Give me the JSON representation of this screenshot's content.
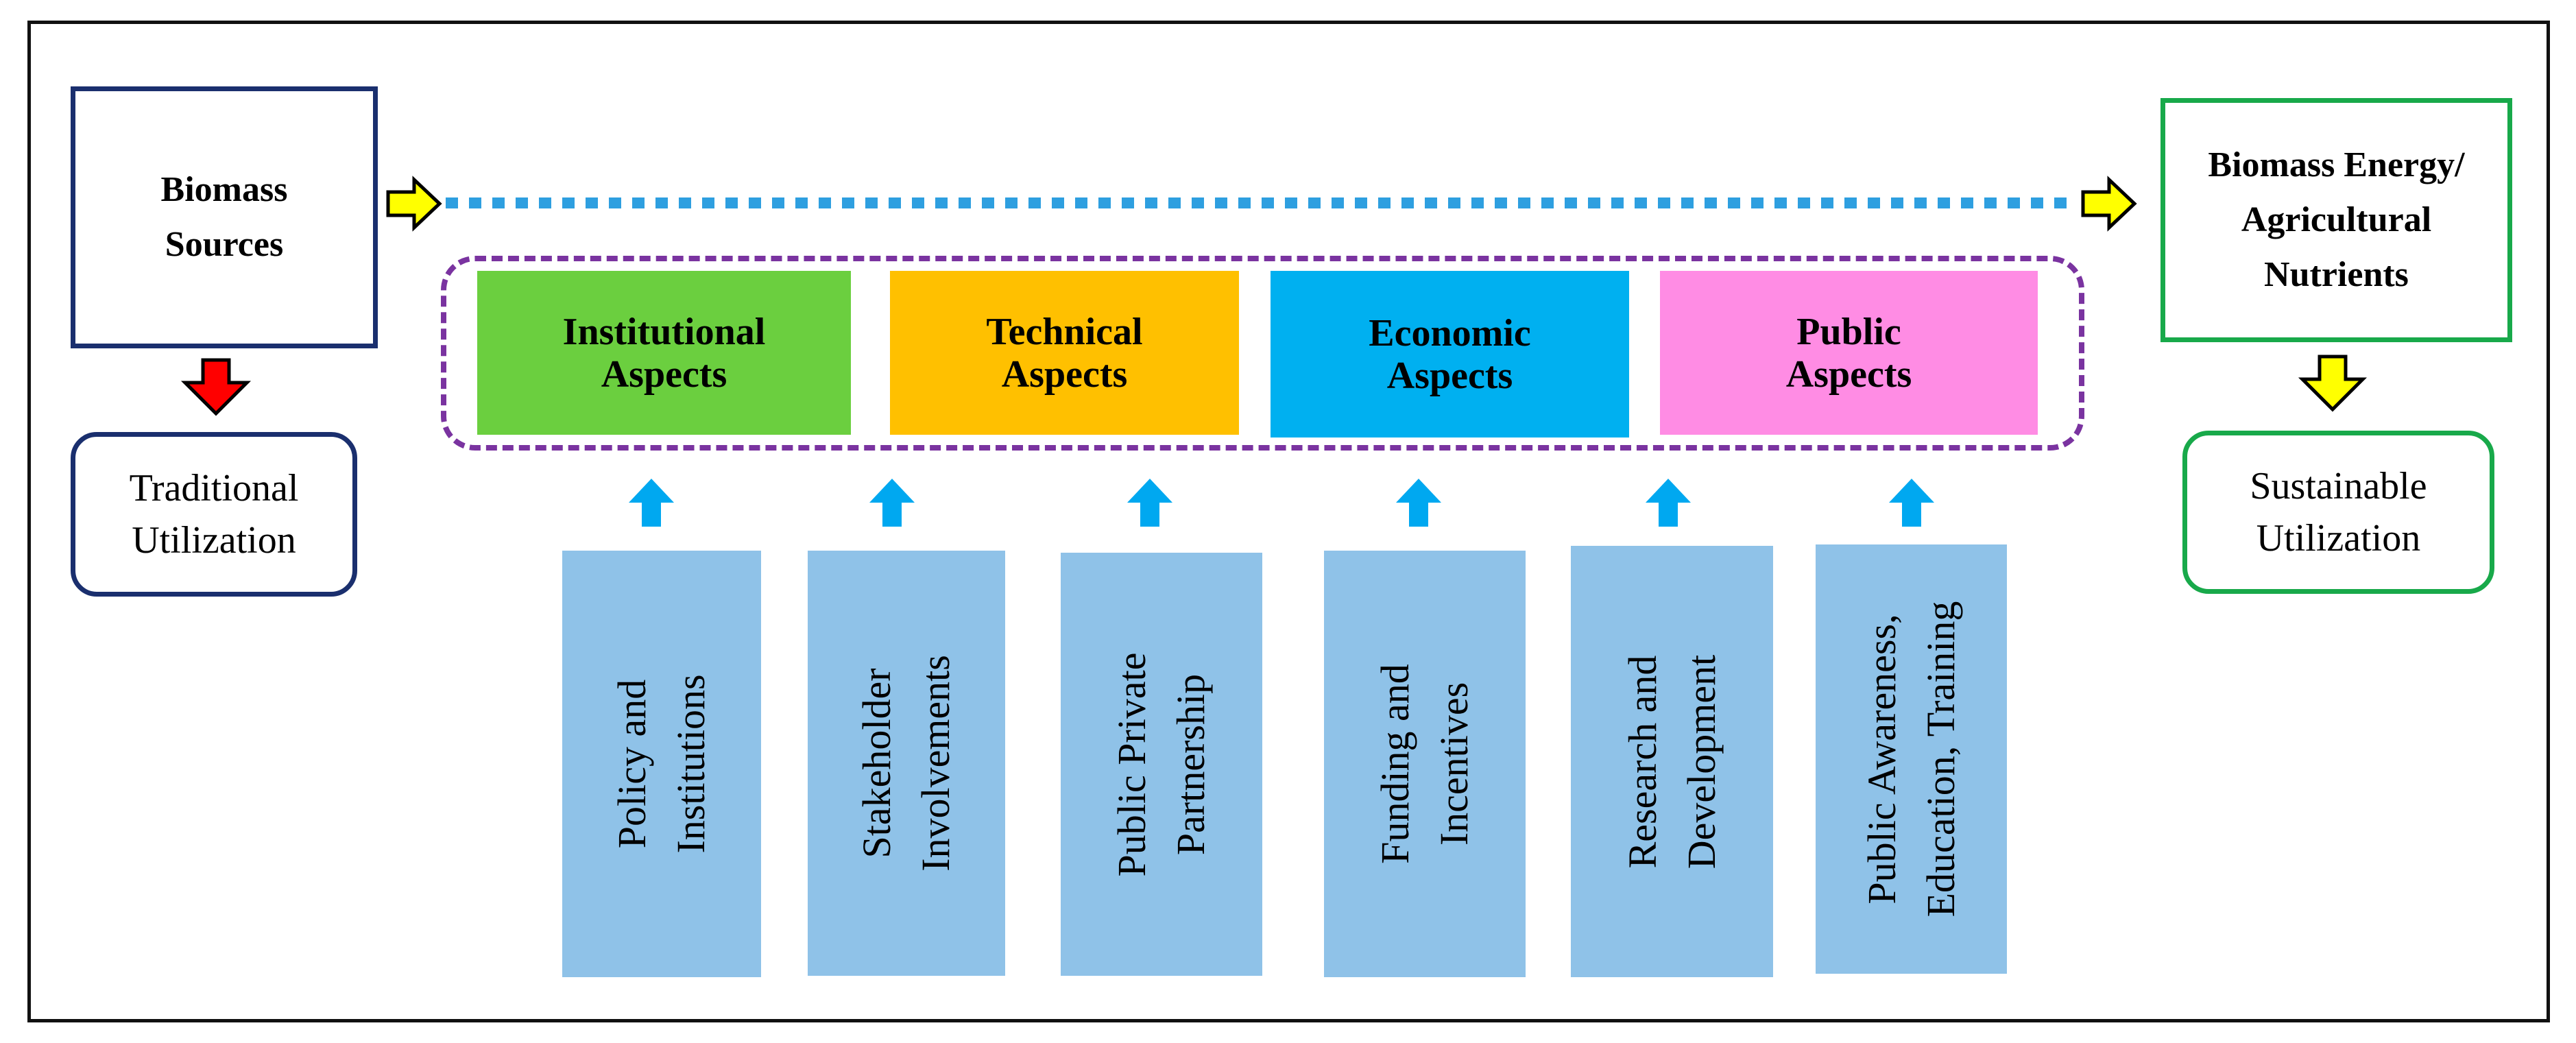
{
  "source": {
    "line1": "Biomass",
    "line2": "Sources"
  },
  "outcome": {
    "line1": "Biomass Energy/",
    "line2": "Agricultural",
    "line3": "Nutrients"
  },
  "traditional": {
    "line1": "Traditional",
    "line2": "Utilization"
  },
  "sustainable": {
    "line1": "Sustainable",
    "line2": "Utilization"
  },
  "aspects": [
    {
      "line1": "Institutional",
      "line2": "Aspects",
      "color": "#6bcf3f"
    },
    {
      "line1": "Technical",
      "line2": "Aspects",
      "color": "#ffc000"
    },
    {
      "line1": "Economic",
      "line2": "Aspects",
      "color": "#00b0f0"
    },
    {
      "line1": "Public",
      "line2": "Aspects",
      "color": "#ff8ce4"
    }
  ],
  "factors": [
    {
      "line1": "Policy and",
      "line2": "Institutions"
    },
    {
      "line1": "Stakeholder",
      "line2": "Involvements"
    },
    {
      "line1": "Public Private",
      "line2": "Partnership"
    },
    {
      "line1": "Funding and",
      "line2": "Incentives"
    },
    {
      "line1": "Research and",
      "line2": "Development"
    },
    {
      "line1": "Public Awareness,",
      "line2": "Education, Training"
    }
  ],
  "colors": {
    "source_border": "#1a2f6e",
    "outcome_border": "#18a94a",
    "group_border": "#7a33a0",
    "flow_dots": "#2e9fe0",
    "flow_arrow": "#ffff00",
    "traditional_arrow": "#ff0000",
    "factor_arrow": "#00a8f0",
    "factor_fill": "#8fc2e8"
  }
}
